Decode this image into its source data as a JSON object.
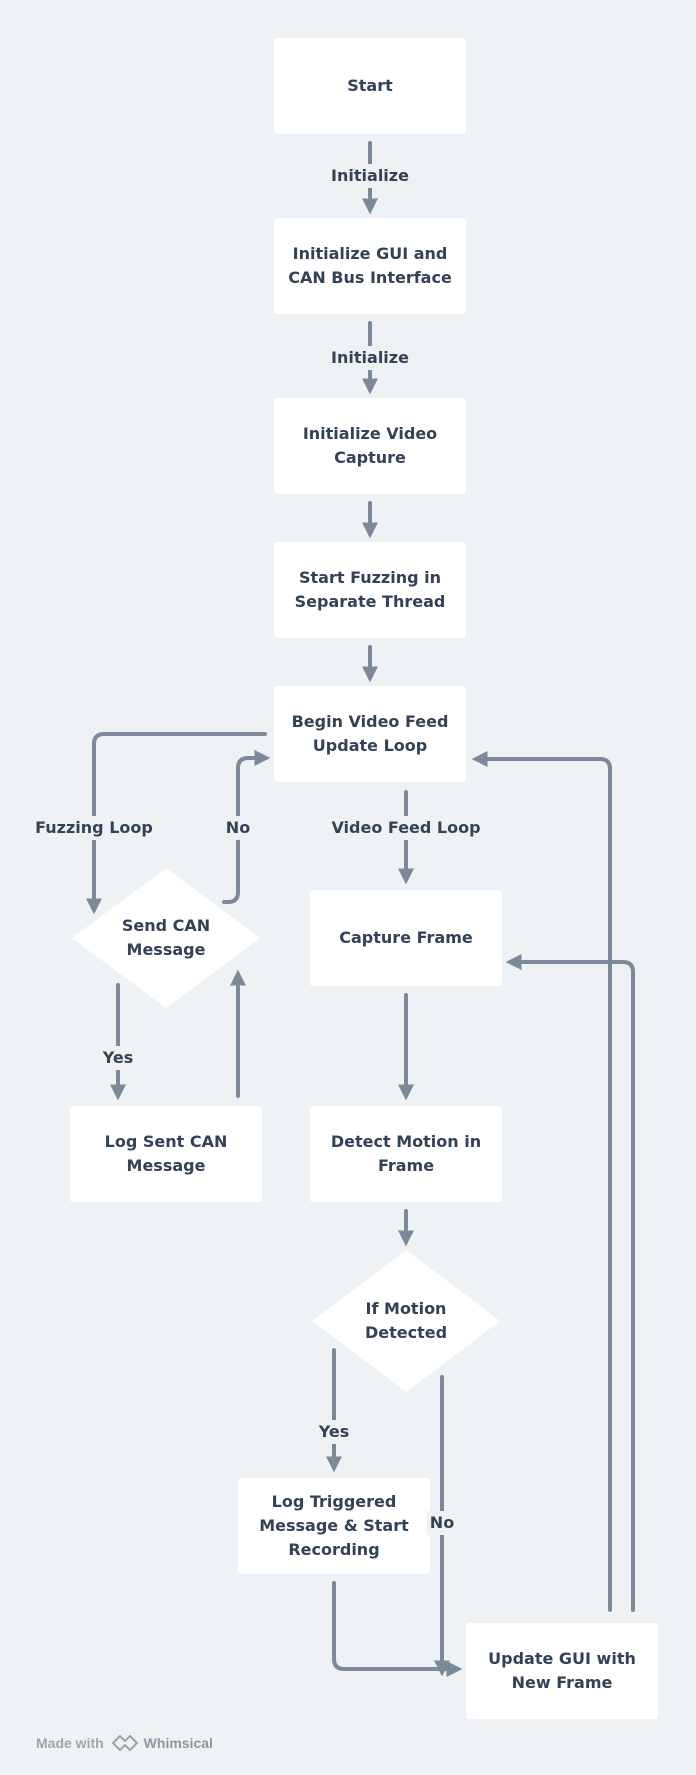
{
  "nodes": {
    "start": "Start",
    "init_gui": "Initialize GUI and CAN Bus Interface",
    "init_video": "Initialize Video Capture",
    "start_fuzzing": "Start Fuzzing in Separate Thread",
    "begin_loop": "Begin Video Feed Update Loop",
    "send_can": "Send CAN Message",
    "log_sent": "Log Sent CAN Message",
    "capture_frame": "Capture Frame",
    "detect_motion": "Detect Motion in Frame",
    "if_motion": "If Motion Detected",
    "log_triggered": "Log Triggered Message & Start Recording",
    "update_gui": "Update GUI with New Frame"
  },
  "edge_labels": {
    "initialize_1": "Initialize",
    "initialize_2": "Initialize",
    "fuzzing_loop": "Fuzzing Loop",
    "no_send": "No",
    "video_feed_loop": "Video Feed Loop",
    "yes_send": "Yes",
    "yes_motion": "Yes",
    "no_motion": "No"
  },
  "footer": {
    "made_with": "Made with",
    "brand": "Whimsical"
  },
  "colors": {
    "background": "#eff2f5",
    "node_fill": "#ffffff",
    "edge": "#7b8999",
    "text": "#344256"
  }
}
